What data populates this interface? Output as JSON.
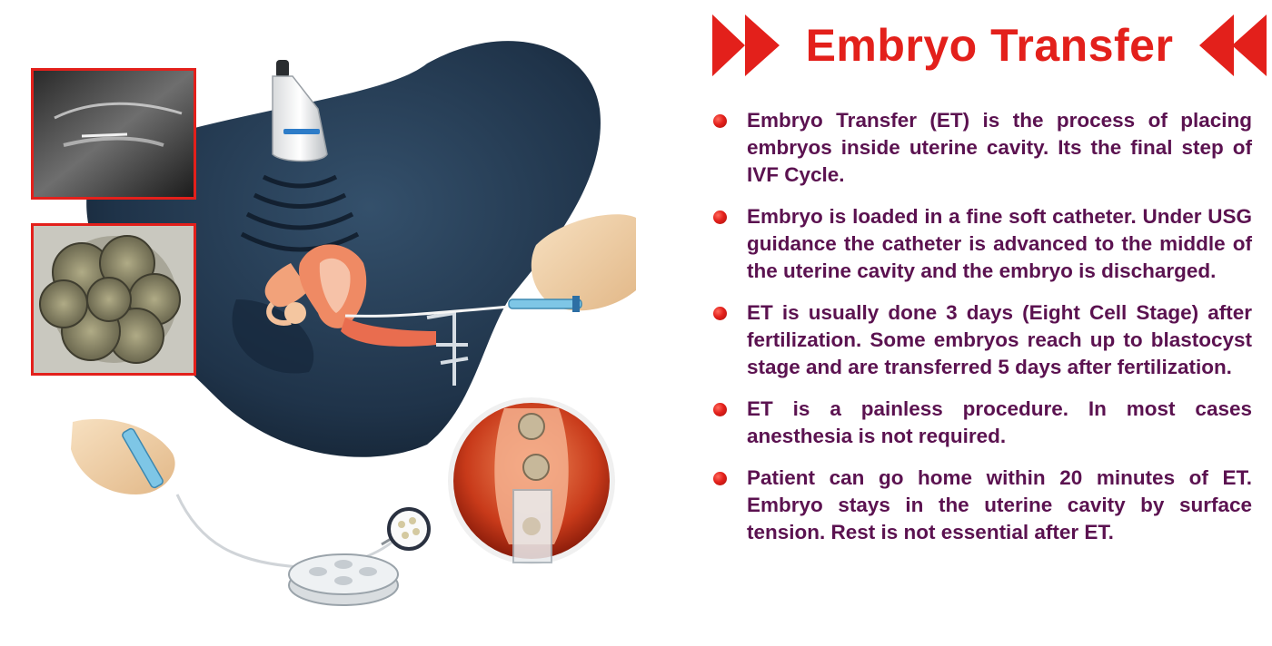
{
  "title": "Embryo Transfer",
  "colors": {
    "accent_red": "#e3201b",
    "text_purple": "#5b1250",
    "silhouette": "#1f3349"
  },
  "icons": [
    "bullet-dot-icon",
    "double-chevron-right-icon",
    "double-chevron-left-icon"
  ],
  "bullets": [
    {
      "text": "Embryo Transfer (ET) is the process of placing embryos inside uterine cavity. Its the final step of IVF Cycle."
    },
    {
      "text": "Embryo is loaded in a fine soft catheter. Under USG guidance the catheter is advanced to the middle of the uterine cavity and the embryo is discharged."
    },
    {
      "text": "ET is usually done 3 days (Eight Cell Stage) after fertilization. Some embryos reach up to blastocyst stage and are transferred 5 days after fertilization."
    },
    {
      "text": "ET is a painless procedure. In most cases anesthesia is not required."
    },
    {
      "text": "Patient can go home within 20 minutes of ET. Embryo stays in the uterine cavity by surface tension. Rest is not essential after ET."
    }
  ]
}
